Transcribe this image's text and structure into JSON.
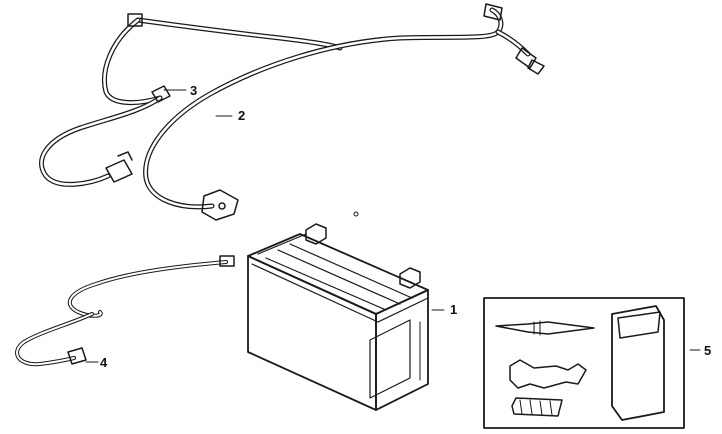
{
  "callouts": {
    "battery": "1",
    "positive_cable": "2",
    "negative_cable": "3",
    "small_lead": "4",
    "tool_kit": "5"
  }
}
